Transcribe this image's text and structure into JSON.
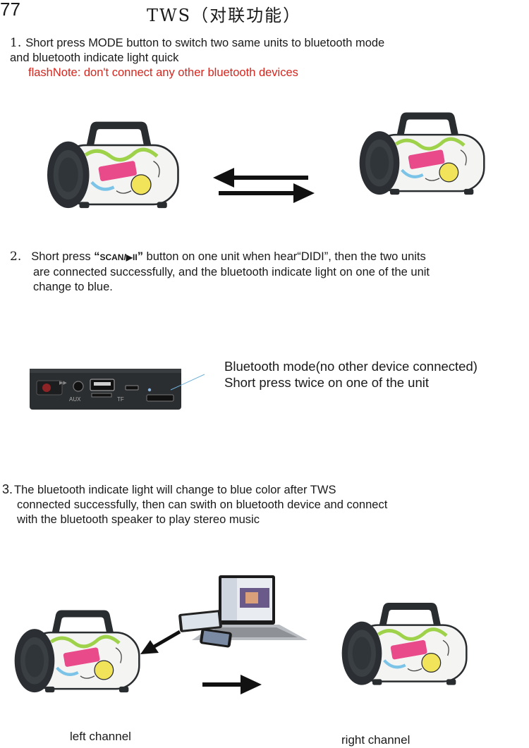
{
  "page": {
    "number": "77",
    "title": "TWS（对联功能）"
  },
  "step1": {
    "num": "1.",
    "line1": "Short press MODE button to switch two same units to bluetooth mode",
    "line2": "and bluetooth indicate light quick",
    "note": "flashNote: don't connect any other bluetooth devices"
  },
  "step2": {
    "num": "2.",
    "pre": "Short press ",
    "q_open": "“",
    "button": "SCAN/▶II",
    "q_close": "”",
    "post": " button on one unit when hear“DIDI”, then the two units",
    "line2": "are connected successfully, and the bluetooth indicate light on one of the unit",
    "line3": "change to blue."
  },
  "panel": {
    "line1": "Bluetooth mode(no other device connected)",
    "line2": "Short press twice on one of the unit",
    "aux_label": "AUX",
    "tf_label": "TF"
  },
  "step3": {
    "num": "3.",
    "line1": "The bluetooth indicate light will change to blue color after TWS",
    "line2": "connected successfully, then can swith on bluetooth device and connect",
    "line3": "with the bluetooth speaker to play stereo music"
  },
  "captions": {
    "left": "left channel",
    "right": "right channel"
  }
}
